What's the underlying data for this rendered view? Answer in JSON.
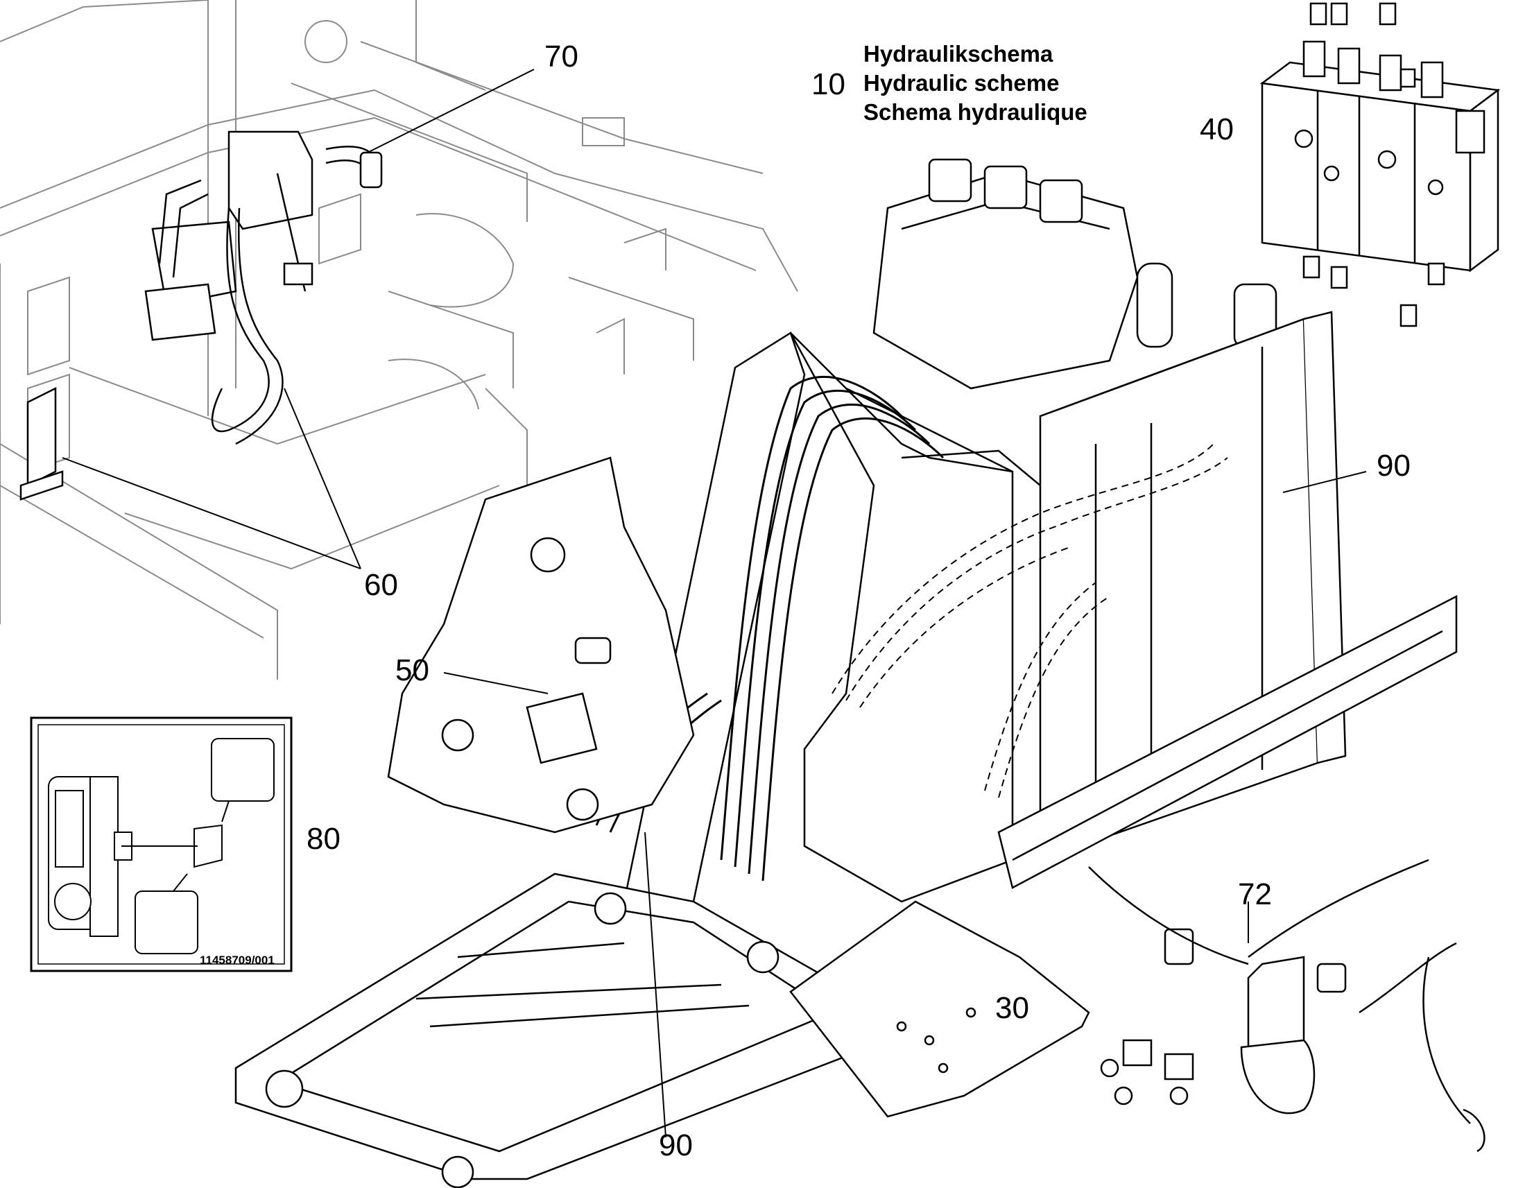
{
  "title": {
    "number": "10",
    "lines": [
      "Hydraulikschema",
      "Hydraulic scheme",
      "Schema hydraulique"
    ]
  },
  "callouts": {
    "c70": "70",
    "c60": "60",
    "c50": "50",
    "c40": "40",
    "c90_right": "90",
    "c90_bottom": "90",
    "c80": "80",
    "c72": "72",
    "c30": "30"
  },
  "inset": {
    "ref": "11458709/001"
  },
  "colors": {
    "line": "#000000",
    "faint": "#8a8a8a",
    "background": "#ffffff"
  }
}
